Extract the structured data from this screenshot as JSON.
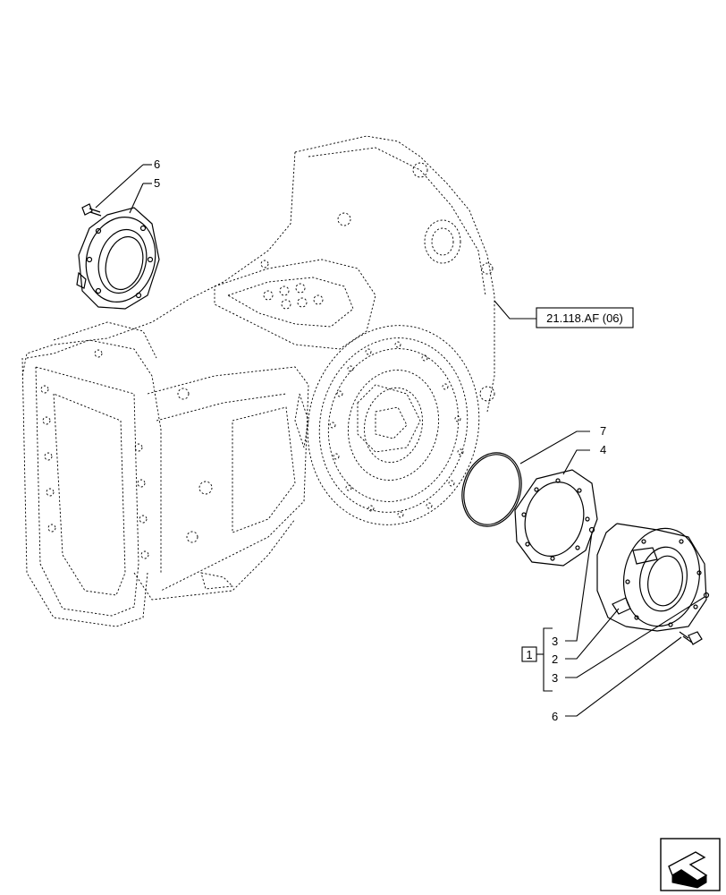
{
  "diagram": {
    "reference_label": "21.118.AF (06)",
    "kit_box_label": "1",
    "callouts": {
      "c6_top": "6",
      "c5": "5",
      "c7": "7",
      "c4": "4",
      "c3_a": "3",
      "c2": "2",
      "c3_b": "3",
      "c6_bottom": "6"
    },
    "nav_icon": "next-page-arrow-icon"
  }
}
